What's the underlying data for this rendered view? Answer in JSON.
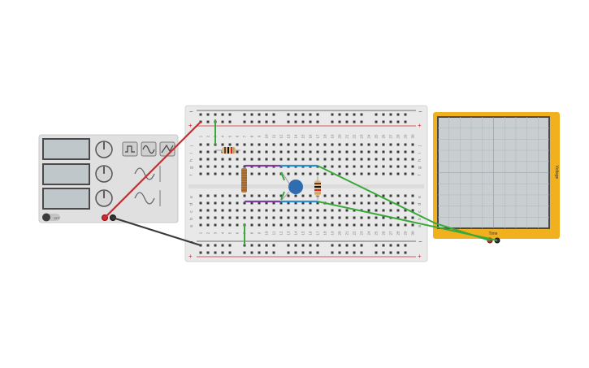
{
  "function_generator": {
    "waveform_buttons": [
      "square-wave-icon",
      "sine-wave-icon",
      "triangle-wave-icon"
    ],
    "power_state": "off",
    "power_label": "OFF"
  },
  "breadboard": {
    "columns": [
      "1",
      "2",
      "3",
      "4",
      "5",
      "6",
      "7",
      "8",
      "9",
      "10",
      "11",
      "12",
      "13",
      "14",
      "15",
      "16",
      "17",
      "18",
      "19",
      "20",
      "21",
      "22",
      "23",
      "24",
      "25",
      "26",
      "27",
      "28",
      "29",
      "30"
    ],
    "upper_rows": [
      "j",
      "i",
      "h",
      "g",
      "f"
    ],
    "lower_rows": [
      "e",
      "d",
      "c",
      "b",
      "a"
    ],
    "rail_plus": "+",
    "rail_minus": "−"
  },
  "oscilloscope": {
    "x_axis_label": "Time",
    "y_axis_label": "Voltage",
    "frame_color": "#f1b01e"
  },
  "colors": {
    "wire_red": "#d8262c",
    "wire_black": "#3a3a3a",
    "wire_green": "#3aa83a",
    "wire_blue": "#2b8fd6",
    "wire_purple": "#7b3fa0",
    "capacitor": "#2f6db0"
  }
}
